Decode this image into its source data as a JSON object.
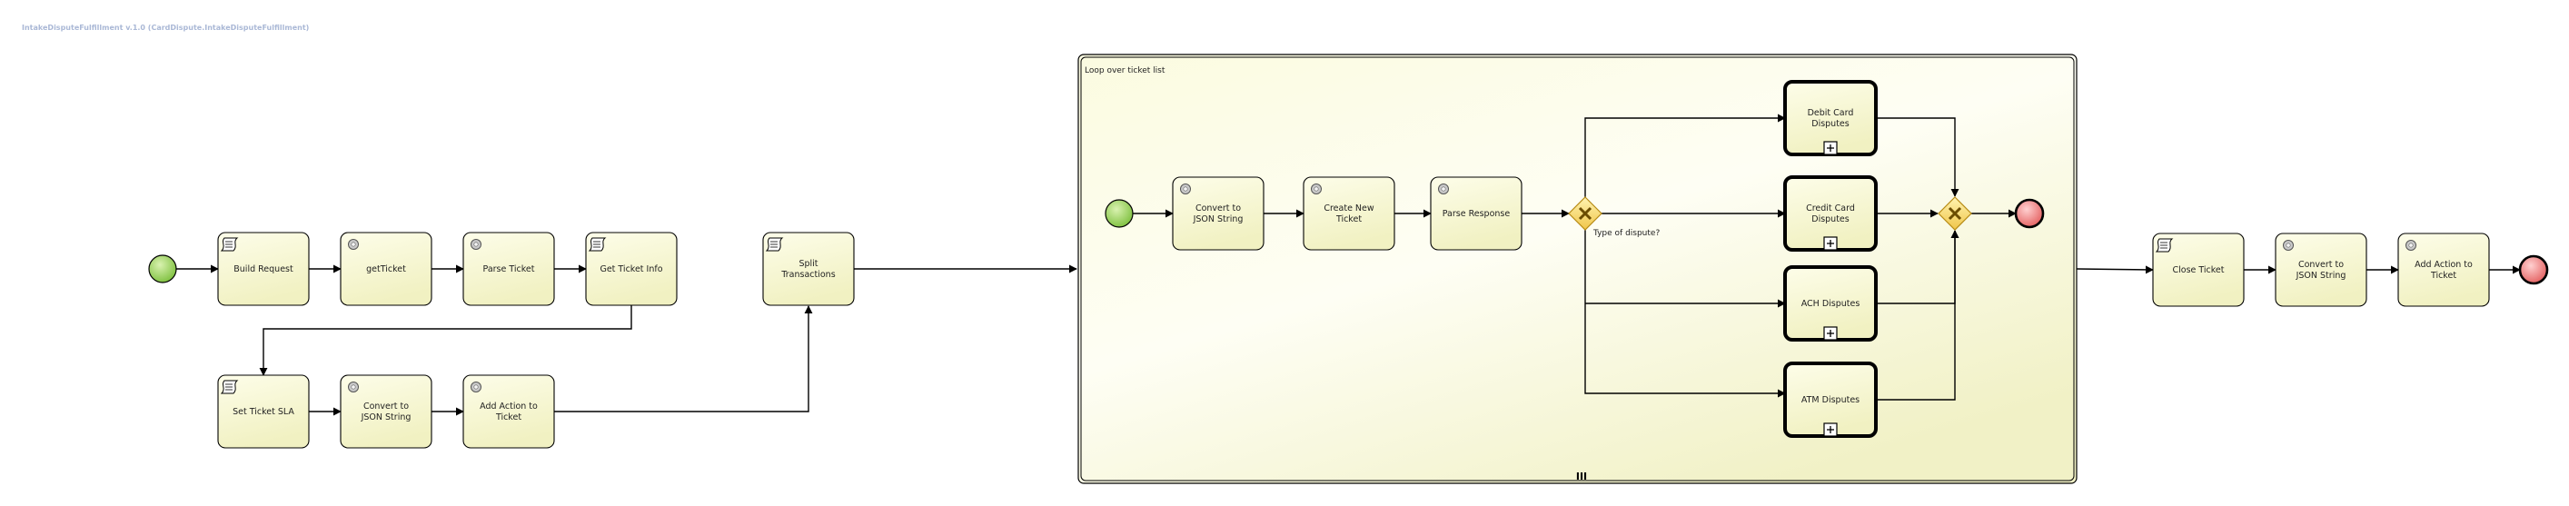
{
  "diagram_title": "IntakeDisputeFulfillment v.1.0 (CardDispute.IntakeDisputeFulfillment)",
  "colors": {
    "task_fill_top": "#fdfde9",
    "task_fill_bottom": "#f3f3c7",
    "start_event": "#9fd35f",
    "end_event": "#ef8a8a",
    "gateway": "#f7d56b",
    "stroke": "#000000"
  },
  "tasks": [
    {
      "id": "build-request",
      "type": "script",
      "lines": [
        "Build Request"
      ]
    },
    {
      "id": "get-ticket",
      "type": "service",
      "lines": [
        "getTicket"
      ]
    },
    {
      "id": "parse-ticket",
      "type": "service",
      "lines": [
        "Parse Ticket"
      ]
    },
    {
      "id": "get-ticket-info",
      "type": "script",
      "lines": [
        "Get Ticket Info"
      ]
    },
    {
      "id": "set-ticket-sla",
      "type": "script",
      "lines": [
        "Set Ticket SLA"
      ]
    },
    {
      "id": "convert-json-1",
      "type": "service",
      "lines": [
        "Convert to",
        "JSON String"
      ]
    },
    {
      "id": "add-action-1",
      "type": "service",
      "lines": [
        "Add Action to",
        "Ticket"
      ]
    },
    {
      "id": "split-transactions",
      "type": "script",
      "lines": [
        "Split",
        "Transactions"
      ]
    },
    {
      "id": "convert-json-2",
      "type": "service",
      "lines": [
        "Convert to",
        "JSON String"
      ]
    },
    {
      "id": "create-new-ticket",
      "type": "service",
      "lines": [
        "Create New",
        "Ticket"
      ]
    },
    {
      "id": "parse-response",
      "type": "service",
      "lines": [
        "Parse Response"
      ]
    },
    {
      "id": "debit-card-disputes",
      "type": "subprocess",
      "lines": [
        "Debit Card",
        "Disputes"
      ]
    },
    {
      "id": "credit-card-disputes",
      "type": "subprocess",
      "lines": [
        "Credit Card",
        "Disputes"
      ]
    },
    {
      "id": "ach-disputes",
      "type": "subprocess",
      "lines": [
        "ACH Disputes"
      ]
    },
    {
      "id": "atm-disputes",
      "type": "subprocess",
      "lines": [
        "ATM Disputes"
      ]
    },
    {
      "id": "close-ticket",
      "type": "script",
      "lines": [
        "Close Ticket"
      ]
    },
    {
      "id": "convert-json-3",
      "type": "service",
      "lines": [
        "Convert to",
        "JSON String"
      ]
    },
    {
      "id": "add-action-2",
      "type": "service",
      "lines": [
        "Add Action to",
        "Ticket"
      ]
    }
  ],
  "subprocess": {
    "label": "Loop over ticket list",
    "marker": "III"
  },
  "gateway_label": "Type of dispute?"
}
